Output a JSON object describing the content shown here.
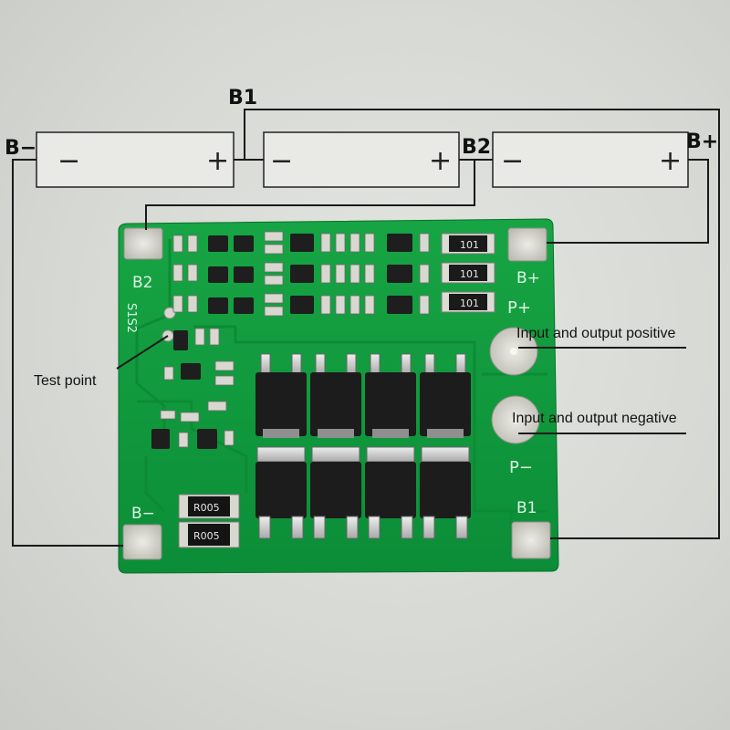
{
  "terminals": {
    "b_minus": "B−",
    "b1": "B1",
    "b2": "B2",
    "b_plus": "B+"
  },
  "cell_signs": {
    "minus": "−",
    "plus": "+"
  },
  "annotations": {
    "test_point": "Test point",
    "input_output_positive": "Input and output positive",
    "input_output_negative": "Input and output negative"
  },
  "board": {
    "silk_b2": "B2",
    "silk_b_plus": "B+",
    "silk_p_plus": "P+",
    "silk_s1s2": "S1S2",
    "silk_b_minus": "B−",
    "silk_p_minus": "P−",
    "silk_b1": "B1",
    "resistor_top_1": "101",
    "resistor_top_2": "101",
    "resistor_top_3": "101",
    "shunt_1": "R005",
    "shunt_2": "R005"
  },
  "colors": {
    "pcb": "#0f9a3c",
    "pcb_dark": "#0a7e30",
    "pad": "#cfcfc7",
    "wire": "#1a1a1a"
  }
}
